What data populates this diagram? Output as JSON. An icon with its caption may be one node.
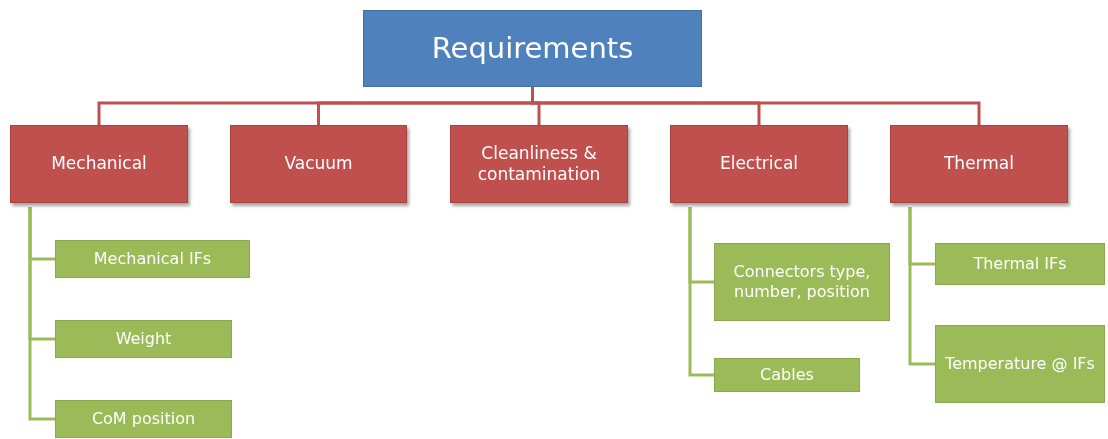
{
  "diagram": {
    "nodes": [
      {
        "text": [
          "Requirements"
        ]
      },
      {
        "text": [
          "Mechanical"
        ]
      },
      {
        "text": [
          "Vacuum"
        ]
      },
      {
        "text": [
          "Cleanliness & contamination"
        ]
      },
      {
        "text": [
          "Electrical"
        ]
      },
      {
        "text": [
          "Thermal"
        ]
      },
      {
        "text": [
          "Mechanical IFs"
        ]
      },
      {
        "text": [
          "Weight"
        ]
      },
      {
        "text": [
          "CoM position"
        ]
      },
      {
        "text": [
          "Connectors type, number, position"
        ]
      },
      {
        "text": [
          "Cables"
        ]
      },
      {
        "text": [
          "Thermal IFs"
        ]
      },
      {
        "text": [
          "Temperature @ IFs"
        ]
      }
    ],
    "edges": [
      {
        "from": 0,
        "to": 1,
        "arrow": "none",
        "color": "#c0504d"
      },
      {
        "from": 0,
        "to": 2,
        "arrow": "none",
        "color": "#c0504d"
      },
      {
        "from": 0,
        "to": 3,
        "arrow": "none",
        "color": "#c0504d"
      },
      {
        "from": 0,
        "to": 4,
        "arrow": "none",
        "color": "#c0504d"
      },
      {
        "from": 0,
        "to": 5,
        "arrow": "none",
        "color": "#c0504d"
      },
      {
        "from": 1,
        "to": 6,
        "arrow": "none"
      },
      {
        "from": 1,
        "to": 7,
        "arrow": "none"
      },
      {
        "from": 1,
        "to": 8,
        "arrow": "none"
      },
      {
        "from": 4,
        "to": 9,
        "arrow": "none"
      },
      {
        "from": 4,
        "to": 10,
        "arrow": "none"
      },
      {
        "from": 5,
        "to": 11,
        "arrow": "none"
      },
      {
        "from": 5,
        "to": 12,
        "arrow": "none"
      }
    ]
  }
}
